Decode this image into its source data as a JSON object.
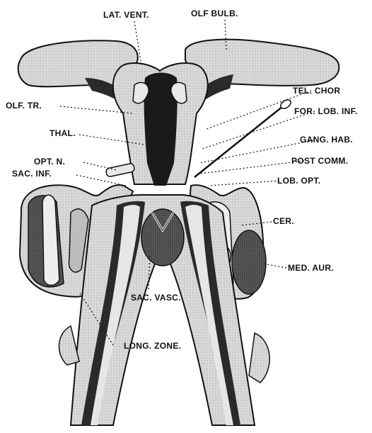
{
  "labels": {
    "lat_vent": "LAT. VENT.",
    "olf_bulb": "OLF BULB.",
    "tel_chor": "TEL. CHOR",
    "olf_tr": "OLF. TR.",
    "for_lob_inf": "FOR. LOB. INF.",
    "thal": "THAL.",
    "gang_hab": "GANG. HAB.",
    "opt_n": "OPT. N.",
    "post_comm": "POST COMM.",
    "sac_inf": "SAC. INF.",
    "lob_opt": "LOB. OPT.",
    "cer": "CER.",
    "med_aur": "MED. AUR.",
    "sac_vasc": "SAC. VASC.",
    "long_zone": "LONG. ZONE."
  },
  "colors": {
    "ink": "#111111",
    "tissue": "#e6e6e6",
    "cavity": "#2a2a2a",
    "mid": "#8a8a8a"
  }
}
